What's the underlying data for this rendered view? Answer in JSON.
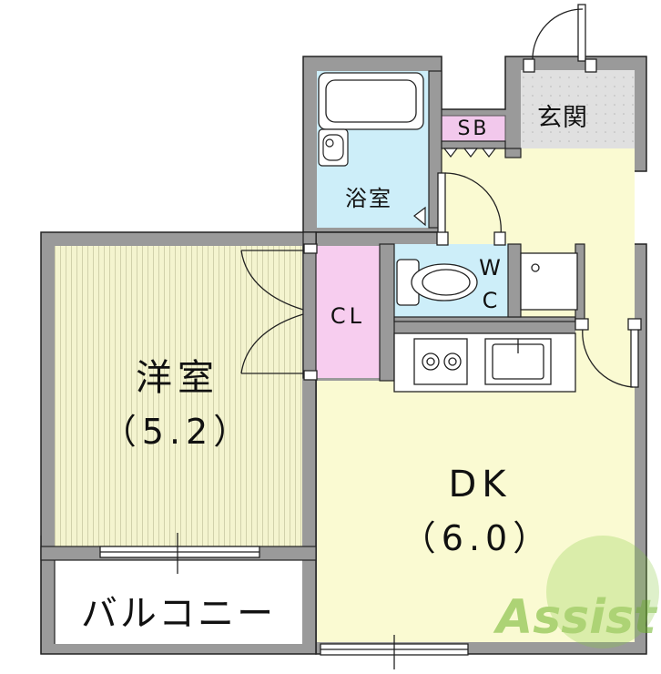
{
  "rooms": {
    "western_room": {
      "name": "洋室",
      "size": "（5.2）"
    },
    "dk": {
      "name": "DK",
      "size": "（6.0）"
    },
    "closet": {
      "name": "CL"
    },
    "bath": {
      "name": "浴室"
    },
    "shoe_box": {
      "name": "SB"
    },
    "entrance": {
      "name": "玄関"
    },
    "toilet": {
      "name_line1": "W",
      "name_line2": "C"
    },
    "balcony": {
      "name": "バルコニー"
    }
  },
  "watermark": {
    "text": "Assist"
  },
  "colors": {
    "wall": "#9a9a9a",
    "western_floor": "#f4f4cf",
    "dk_floor": "#fafad2",
    "closet_floor": "#f7cdef",
    "bath_floor": "#cdeef9",
    "toilet_floor": "#cdeef9",
    "shoe_box": "#f2c8ec",
    "entrance_floor": "#e0e0e0",
    "balcony_floor": "#ffffff",
    "watermark_green": "#86c940"
  }
}
